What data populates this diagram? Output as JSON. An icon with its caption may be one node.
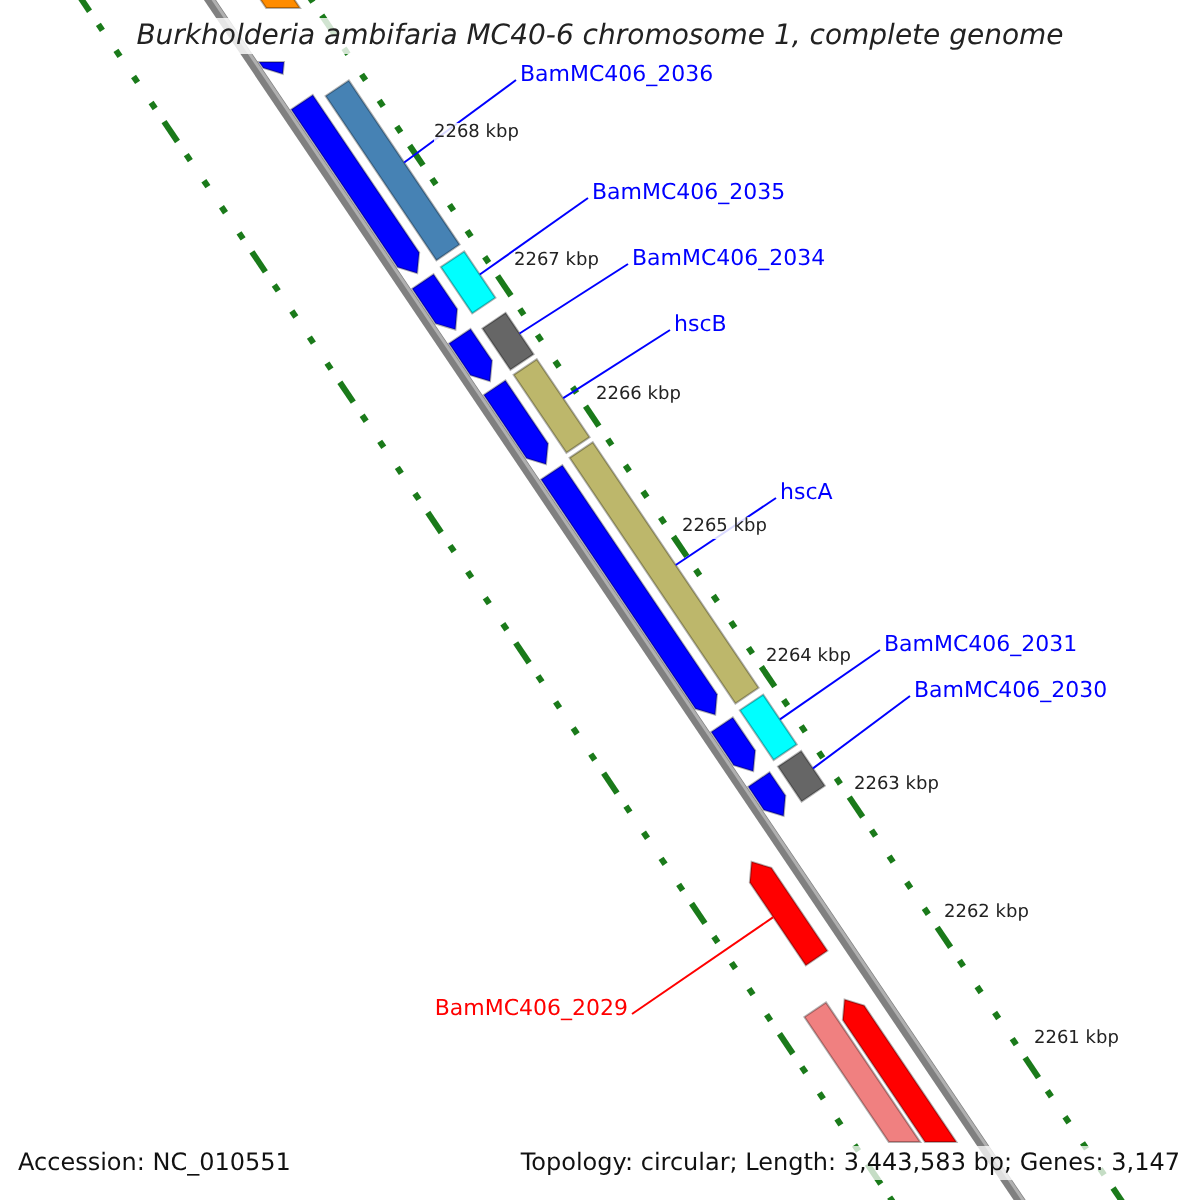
{
  "diagram": {
    "title": "Burkholderia ambifaria MC40-6 chromosome 1, complete genome",
    "nodes": [
      {
        "text": [],
        "shape": "bar"
      },
      {
        "text": [],
        "shape": "bar"
      },
      {
        "text": [
          "BamMC406_2036"
        ]
      },
      {
        "text": [],
        "shape": "bar"
      },
      {
        "text": [],
        "shape": "bar"
      },
      {
        "text": [
          "BamMC406_2035"
        ]
      },
      {
        "text": [],
        "shape": "bar"
      },
      {
        "text": [],
        "shape": "bar"
      },
      {
        "text": [
          "BamMC406_2034"
        ]
      },
      {
        "text": [],
        "shape": "bar"
      },
      {
        "text": [],
        "shape": "bar"
      },
      {
        "text": [
          "hscB"
        ]
      },
      {
        "text": [],
        "shape": "bar"
      },
      {
        "text": [],
        "shape": "bar"
      },
      {
        "text": [
          "hscA"
        ]
      },
      {
        "text": [],
        "shape": "bar"
      },
      {
        "text": [],
        "shape": "bar"
      },
      {
        "text": [
          "BamMC406_2031"
        ]
      },
      {
        "text": [],
        "shape": "bar"
      },
      {
        "text": [],
        "shape": "bar"
      },
      {
        "text": [
          "BamMC406_2030"
        ]
      },
      {
        "text": [],
        "shape": "bar"
      },
      {
        "text": [],
        "shape": "bar"
      },
      {
        "text": [],
        "shape": "bar"
      },
      {
        "text": [
          "BamMC406_2029"
        ]
      },
      {
        "text": [],
        "shape": "bar"
      },
      {
        "text": [],
        "shape": "bar"
      }
    ],
    "edges": [
      {
        "from": 2,
        "to": 3,
        "arrow": "none"
      },
      {
        "from": 5,
        "to": 6,
        "arrow": "none"
      },
      {
        "from": 8,
        "to": 9,
        "arrow": "none"
      },
      {
        "from": 11,
        "to": 12,
        "arrow": "none"
      },
      {
        "from": 14,
        "to": 15,
        "arrow": "none"
      },
      {
        "from": 17,
        "to": 18,
        "arrow": "none"
      },
      {
        "from": 20,
        "to": 21,
        "arrow": "none"
      },
      {
        "from": 24,
        "to": 23,
        "arrow": "none",
        "color": "#ff0000"
      }
    ],
    "labels": [
      "2268 kbp",
      "2267 kbp",
      "2266 kbp",
      "2265 kbp",
      "2264 kbp",
      "2263 kbp",
      "2262 kbp",
      "2261 kbp",
      "Accession: NC_010551",
      "Topology: circular; Length: 3,443,583 bp; Genes: 3,147"
    ]
  }
}
